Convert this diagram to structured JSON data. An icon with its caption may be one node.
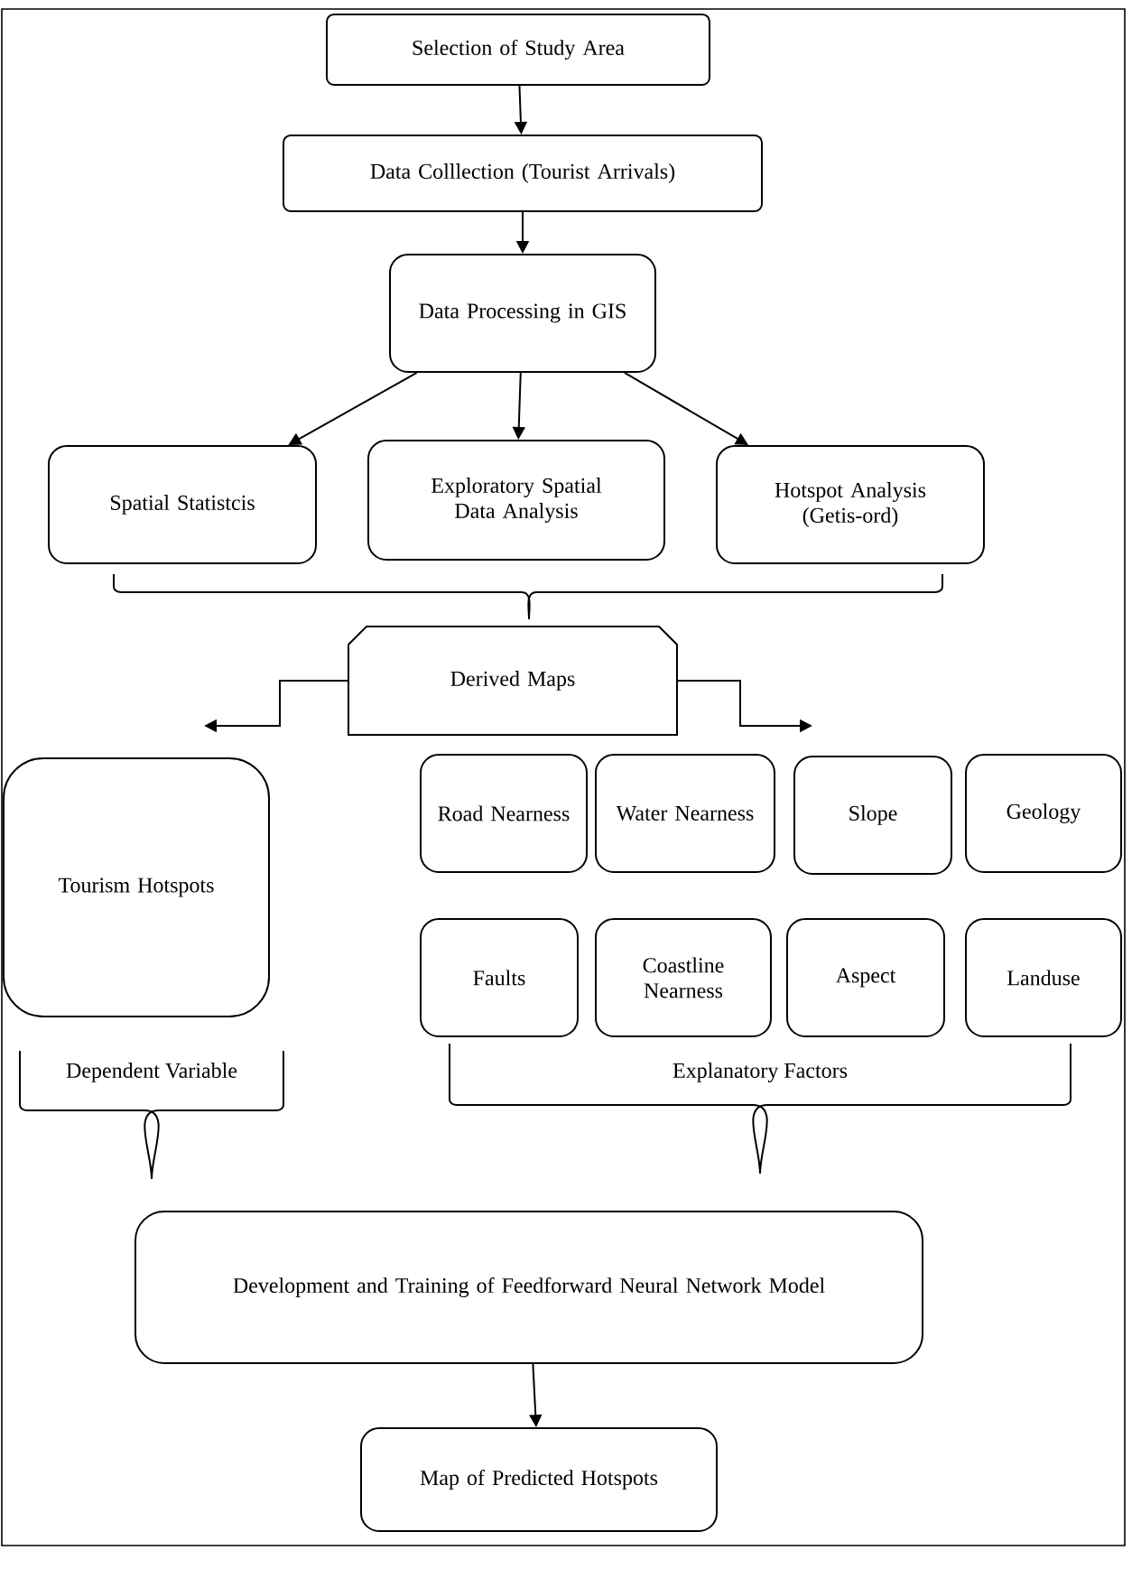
{
  "diagram": {
    "nodes": [
      {
        "text": [
          "Selection of Study Area"
        ]
      },
      {
        "text": [
          "Data Colllection (Tourist Arrivals)"
        ]
      },
      {
        "text": [
          "Data Processing in GIS"
        ]
      },
      {
        "text": [
          "Spatial Statistcis"
        ]
      },
      {
        "text": [
          "Exploratory Spatial Data Analysis"
        ]
      },
      {
        "text": [
          "Hotspot Analysis (Getis-ord)"
        ]
      },
      {
        "text": [
          "Derived Maps"
        ]
      },
      {
        "text": [
          "Tourism Hotspots"
        ]
      },
      {
        "text": [
          "Road Nearness"
        ]
      },
      {
        "text": [
          "Water Nearness"
        ]
      },
      {
        "text": [
          "Slope"
        ]
      },
      {
        "text": [
          "Geology"
        ]
      },
      {
        "text": [
          "Faults"
        ]
      },
      {
        "text": [
          "Coastline Nearness"
        ]
      },
      {
        "text": [
          "Aspect"
        ]
      },
      {
        "text": [
          "Landuse"
        ]
      },
      {
        "text": [
          "Development and Training of Feedforward Neural Network Model"
        ]
      },
      {
        "text": [
          "Map of Predicted Hotspots"
        ]
      }
    ],
    "edges": [
      {
        "from": 0,
        "to": 1,
        "arrow": "to"
      },
      {
        "from": 1,
        "to": 2,
        "arrow": "to"
      },
      {
        "from": 2,
        "to": 3,
        "arrow": "to"
      },
      {
        "from": 2,
        "to": 4,
        "arrow": "to"
      },
      {
        "from": 2,
        "to": 5,
        "arrow": "to"
      },
      {
        "from": 6,
        "to": null,
        "arrow": "to"
      },
      {
        "from": 6,
        "to": null,
        "arrow": "to"
      },
      {
        "from": 16,
        "to": 17,
        "arrow": "to"
      }
    ],
    "labels": [
      "Dependent Variable",
      "Explanatory Factors"
    ]
  }
}
